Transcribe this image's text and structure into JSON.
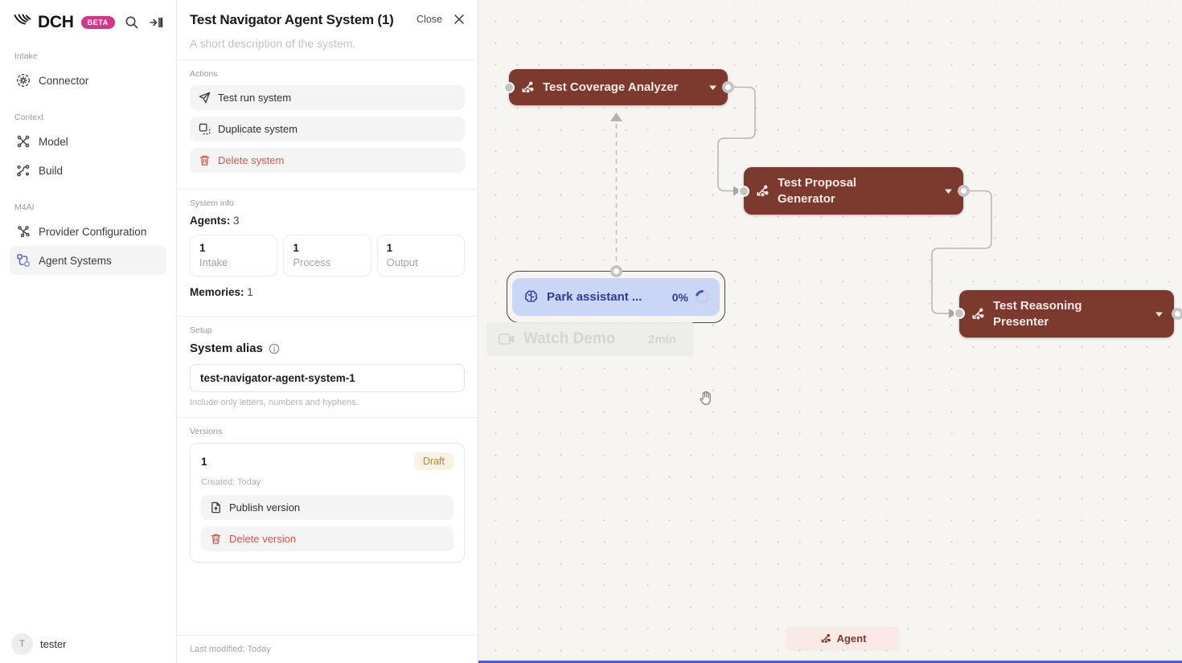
{
  "colors": {
    "node_maroon": "#7c392e",
    "node_text": "#f7ebe7",
    "beta_pink": "#d6358c",
    "active_icon_indigo": "#5a60c8",
    "danger_red": "#d4574a",
    "draft_orange": "#ce7c30",
    "selected_node_blue": "#cad6f5",
    "selected_node_text": "#2c3c96",
    "canvas_bg": "#f6f5f2",
    "progress_blue": "#4a5cd3"
  },
  "sidebar": {
    "logo_text": "DCH",
    "beta_badge": "BETA",
    "icons": [
      "claw-logo-icon",
      "search-icon",
      "collapse-sidebar-icon"
    ],
    "sections": [
      {
        "label": "Intake",
        "items": [
          {
            "label": "Connector",
            "icon": "connector-gear-icon"
          }
        ]
      },
      {
        "label": "Context",
        "items": [
          {
            "label": "Model",
            "icon": "model-network-icon"
          },
          {
            "label": "Build",
            "icon": "build-flow-icon"
          }
        ]
      },
      {
        "label": "M4AI",
        "items": [
          {
            "label": "Provider Configuration",
            "icon": "provider-network-icon"
          },
          {
            "label": "Agent Systems",
            "icon": "agent-systems-icon",
            "active": true
          }
        ]
      }
    ],
    "user": {
      "initial": "T",
      "name": "tester"
    }
  },
  "panel": {
    "title": "Test Navigator Agent System (1)",
    "close_label": "Close",
    "description": "A short description of the system.",
    "actions": {
      "label": "Actions",
      "items": [
        {
          "label": "Test run system",
          "icon": "paper-plane-icon"
        },
        {
          "label": "Duplicate system",
          "icon": "duplicate-icon"
        },
        {
          "label": "Delete system",
          "icon": "trash-icon",
          "danger": true
        }
      ]
    },
    "system_info": {
      "label": "System info",
      "agents_label": "Agents:",
      "agents_count": "3",
      "stats": [
        {
          "value": "1",
          "label": "Intake"
        },
        {
          "value": "1",
          "label": "Process"
        },
        {
          "value": "1",
          "label": "Output"
        }
      ],
      "memories_label": "Memories:",
      "memories_count": "1"
    },
    "setup": {
      "label": "Setup",
      "alias_label": "System alias",
      "alias_value": "test-navigator-agent-system-1",
      "alias_help": "Include only letters, numbers and hyphens."
    },
    "versions": {
      "label": "Versions",
      "items": [
        {
          "number": "1",
          "status": "Draft",
          "created": "Created: Today",
          "publish_label": "Publish version",
          "delete_label": "Delete version"
        }
      ]
    },
    "footer": "Last modified: Today"
  },
  "canvas": {
    "nodes": [
      {
        "label": "Test Coverage Analyzer",
        "type": "agent"
      },
      {
        "label": "Test Proposal Generator",
        "type": "agent"
      },
      {
        "label": "Test Reasoning Presenter",
        "type": "agent"
      },
      {
        "label": "Park assistant ...",
        "type": "running-task",
        "progress": "0%"
      }
    ],
    "watch_demo": {
      "label": "Watch Demo",
      "duration": "2min"
    },
    "agent_chip_label": "Agent"
  }
}
